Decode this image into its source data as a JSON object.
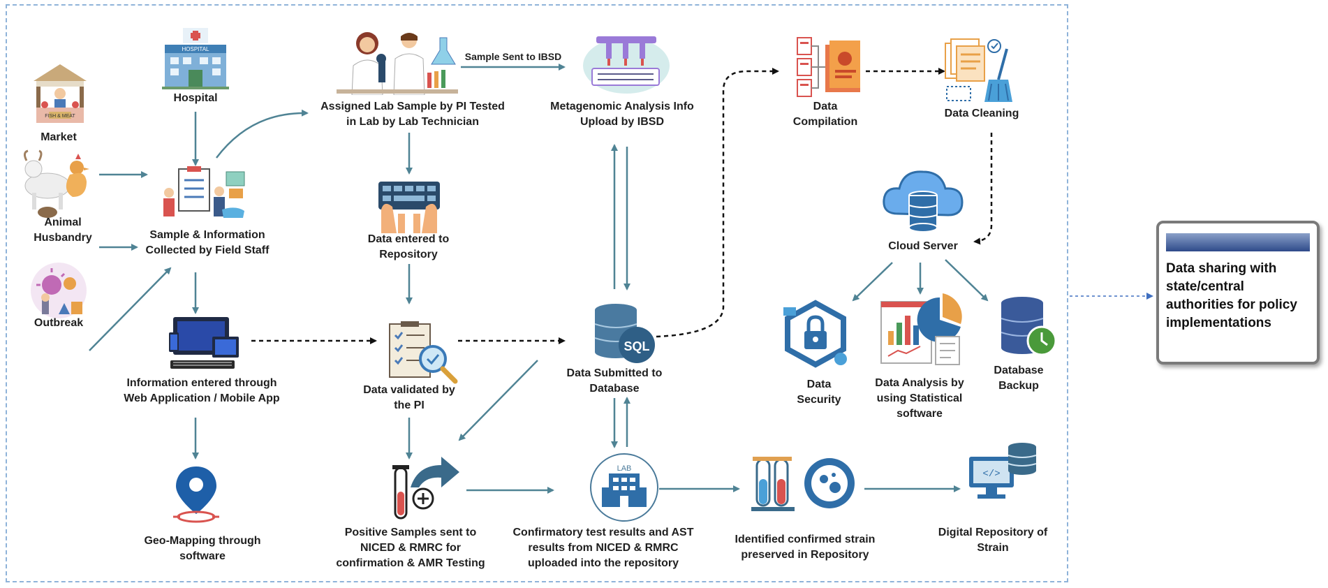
{
  "labels": {
    "market": "Market",
    "hospital": "Hospital",
    "animal_husbandry": "Animal Husbandry",
    "outbreak": "Outbreak",
    "sample_collected": "Sample & Information Collected by Field Staff",
    "info_entered": "Information entered through Web Application / Mobile App",
    "geo_mapping": "Geo-Mapping through software",
    "assigned_lab": "Assigned Lab Sample by PI Tested in Lab by Lab Technician",
    "sample_sent_ibsd": "Sample Sent to IBSD",
    "metagenomic": "Metagenomic Analysis Info Upload by IBSD",
    "data_entered_repo": "Data entered to Repository",
    "data_validated": "Data validated by the PI",
    "data_submitted_db": "Data Submitted to Database",
    "positive_samples": "Positive Samples sent to NICED & RMRC for confirmation & AMR Testing",
    "confirmatory_results": "Confirmatory test results and AST results  from  NICED & RMRC uploaded into the repository",
    "identified_strain": "Identified confirmed strain preserved in Repository",
    "digital_repo": "Digital Repository of Strain",
    "data_compilation": "Data Compilation",
    "data_cleaning": "Data Cleaning",
    "cloud_server": "Cloud Server",
    "data_security": "Data Security",
    "data_analysis": "Data Analysis by using Statistical software",
    "database_backup": "Database Backup",
    "data_sharing": "Data sharing with state/central authorities for policy implementations"
  },
  "icon_text": {
    "hospital_sign": "HOSPITAL",
    "market_sign": "FISH & MEAT",
    "sql": "SQL",
    "lab": "LAB"
  },
  "icons": [
    "market-stall-icon",
    "hospital-building-icon",
    "farm-animals-icon",
    "outbreak-virus-icon",
    "clipboard-team-icon",
    "computer-devices-icon",
    "map-pin-icon",
    "lab-scientists-icon",
    "microscope-analyzer-icon",
    "keyboard-typing-icon",
    "checklist-magnifier-icon",
    "sql-database-icon",
    "test-tube-plus-icon",
    "lab-building-icon",
    "test-tubes-bacteria-icon",
    "server-monitor-icon",
    "documents-compile-icon",
    "data-cleaning-icon",
    "cloud-server-icon",
    "security-lock-icon",
    "analytics-chart-icon",
    "database-clock-icon"
  ],
  "colors": {
    "arrow": "#4f8394",
    "dashed_arrow": "#111111",
    "frame_border": "#8fb3d9",
    "share_connector": "#3f6fc0",
    "text": "#1f1f1f"
  }
}
